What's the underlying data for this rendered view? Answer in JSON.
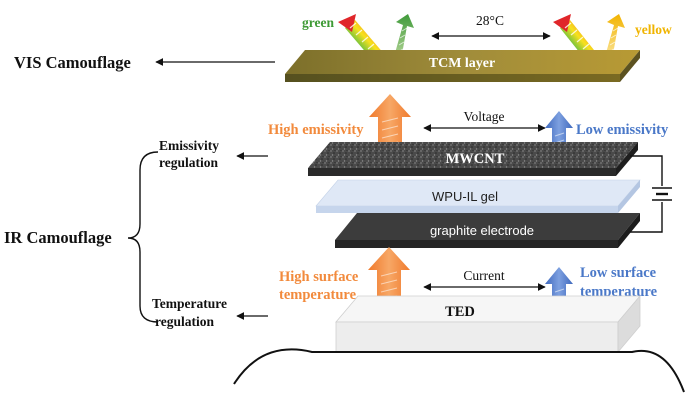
{
  "labels": {
    "vis_camouflage": "VIS Camouflage",
    "ir_camouflage": "IR Camouflage",
    "emissivity_regulation_line1": "Emissivity",
    "emissivity_regulation_line2": "regulation",
    "temperature_regulation_line1": "Temperature",
    "temperature_regulation_line2": "regulation",
    "green": "green",
    "yellow": "yellow",
    "temperature": "28°C",
    "tcm_layer": "TCM layer",
    "high_emissivity": "High emissivity",
    "low_emissivity": "Low emissivity",
    "voltage": "Voltage",
    "mwcnt": "MWCNT",
    "wpu_il_gel": "WPU-IL gel",
    "graphite_electrode": "graphite electrode",
    "high_surface_line1": "High surface",
    "high_surface_line2": "temperature",
    "low_surface_line1": "Low surface",
    "low_surface_line2": "temperature",
    "current": "Current",
    "ted": "TED"
  },
  "colors": {
    "green_label": "#3e9a35",
    "yellow_label": "#f0b400",
    "orange": "#f28a3c",
    "blue": "#4a78c8",
    "tcm_layer": "#8c7a2e",
    "mwcnt": "#3a3a3a",
    "wpu_gel": "#d8e4f4",
    "graphite": "#3c3c3c",
    "ted": "#f2f2f2"
  }
}
